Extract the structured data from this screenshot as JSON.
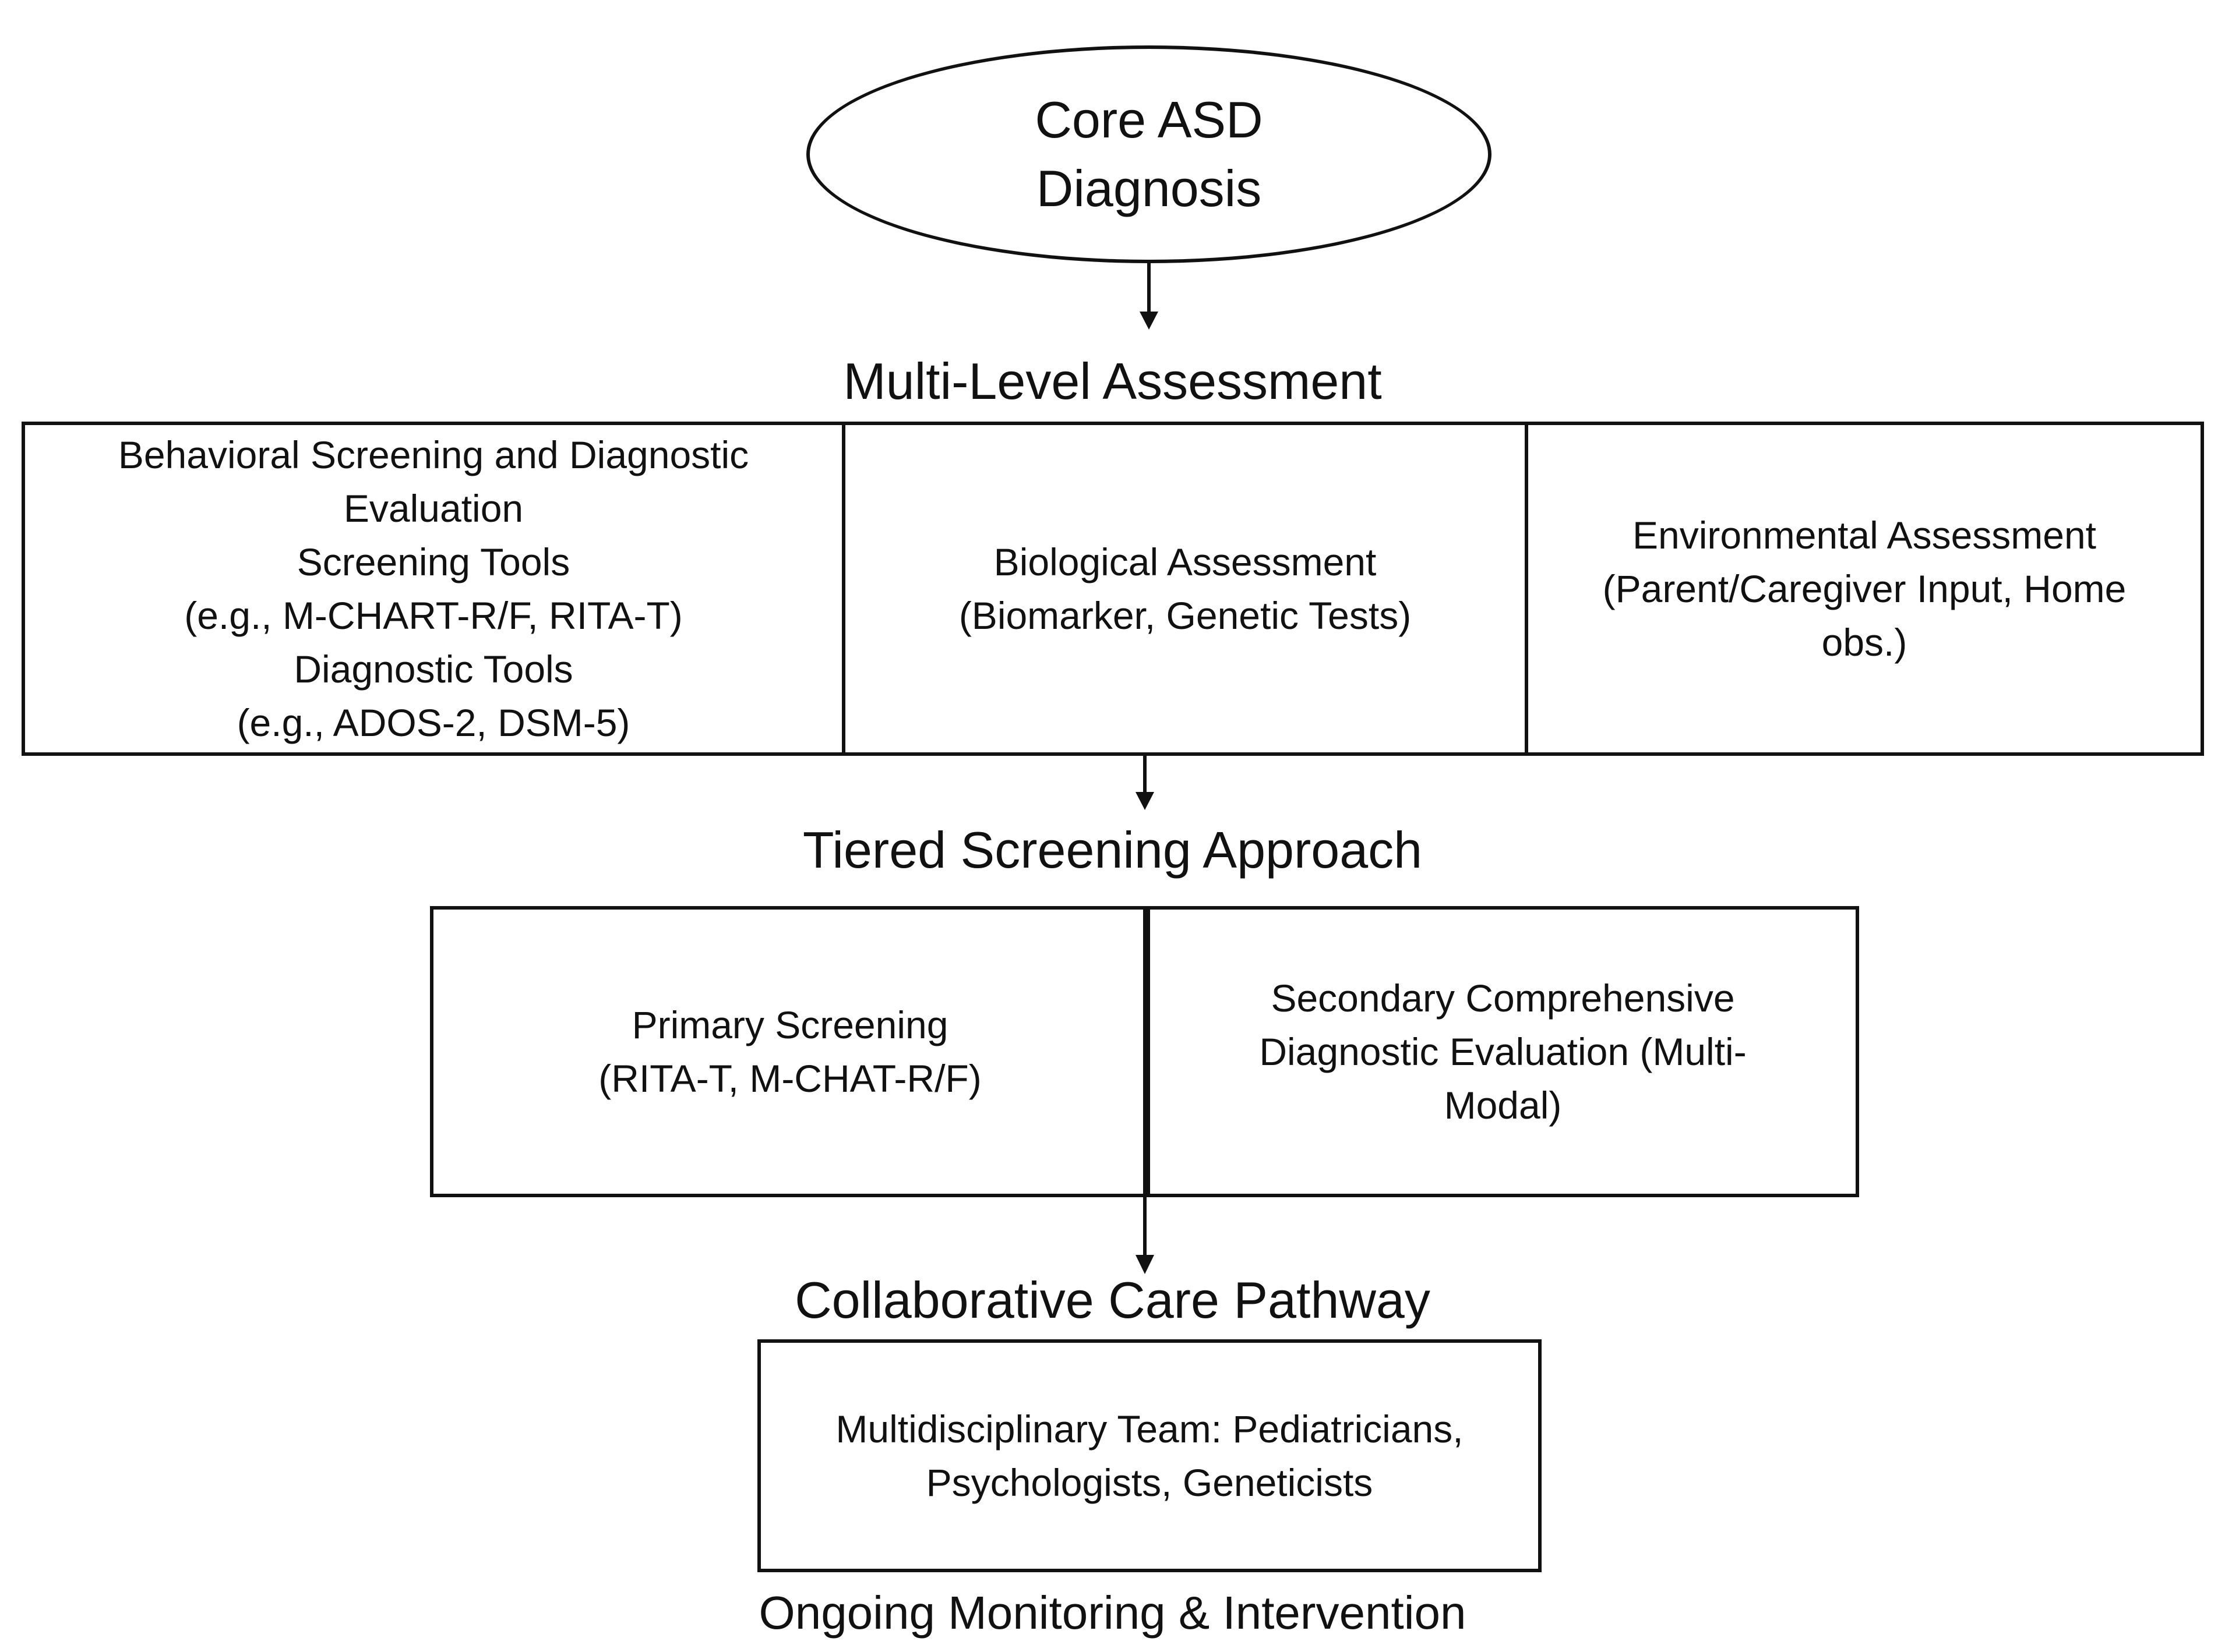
{
  "core": {
    "line1": "Core ASD",
    "line2": "Diagnosis"
  },
  "multi_level": {
    "heading": "Multi-Level Assessment",
    "behavioral": {
      "line1": "Behavioral Screening and Diagnostic",
      "line2": "Evaluation",
      "line3": "Screening Tools",
      "line4": "(e.g., M-CHART-R/F, RITA-T)",
      "line5": "Diagnostic Tools",
      "line6": "(e.g., ADOS-2, DSM-5)"
    },
    "biological": {
      "line1": "Biological Assessment",
      "line2": "(Biomarker, Genetic Tests)"
    },
    "environmental": {
      "line1": "Environmental Assessment",
      "line2": "(Parent/Caregiver Input, Home",
      "line3": "obs.)"
    }
  },
  "tiered": {
    "heading": "Tiered Screening Approach",
    "primary": {
      "line1": "Primary Screening",
      "line2": "(RITA-T, M-CHAT-R/F)"
    },
    "secondary": {
      "line1": "Secondary Comprehensive",
      "line2": "Diagnostic Evaluation (Multi-",
      "line3": "Modal)"
    }
  },
  "collaborative": {
    "heading": "Collaborative Care Pathway",
    "team": {
      "line1": "Multidisciplinary Team: Pediatricians,",
      "line2": "Psychologists, Geneticists"
    }
  },
  "ongoing": {
    "label": "Ongoing Monitoring & Intervention"
  }
}
